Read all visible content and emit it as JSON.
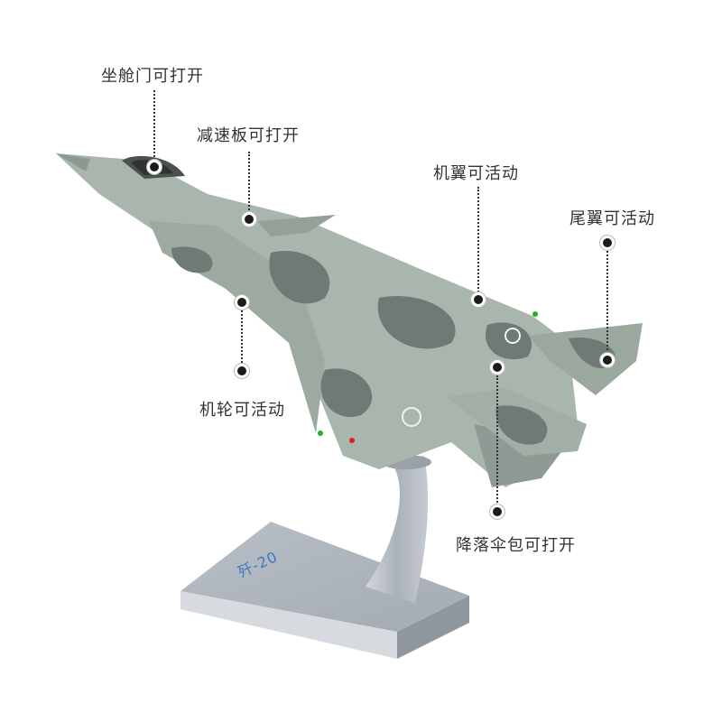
{
  "callouts": {
    "canopy": "坐舱门可打开",
    "speedbrake": "减速板可打开",
    "wings": "机翼可活动",
    "tail": "尾翼可活动",
    "wheels": "机轮可活动",
    "parachute": "降落伞包可打开"
  },
  "model": {
    "base_label": "歼-20"
  },
  "colors": {
    "camo_light": "#a9b6ad",
    "camo_dark": "#6f7a76",
    "stand": "#b6bcc2",
    "base_text": "#3a78c8"
  }
}
